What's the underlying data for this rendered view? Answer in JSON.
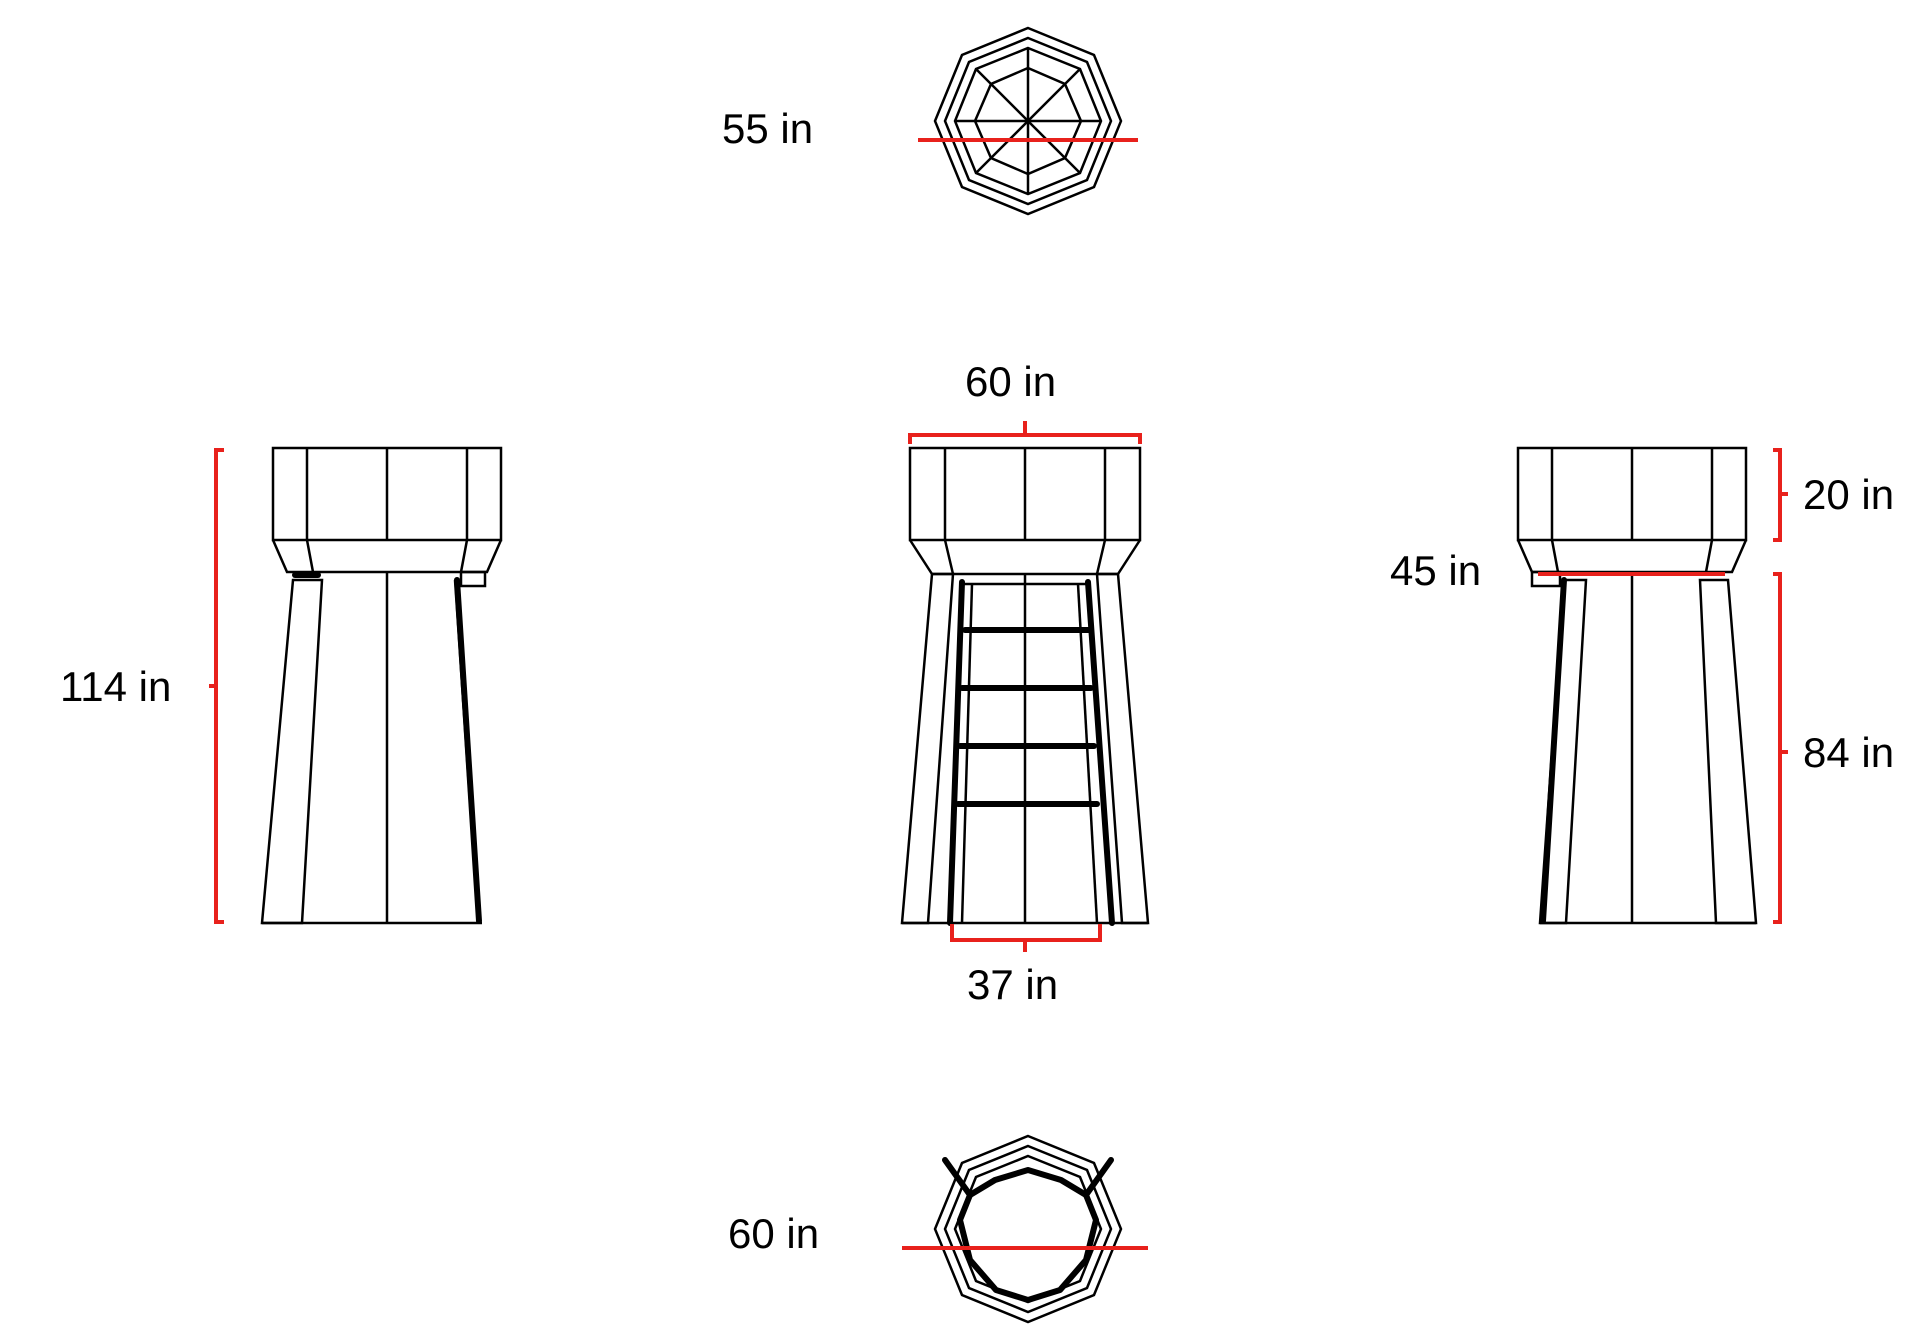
{
  "figure": {
    "views": {
      "top": {
        "dimension": "55 in"
      },
      "bottom": {
        "dimension": "60 in"
      },
      "front": {
        "top_width": "60 in",
        "bottom_width": "37 in"
      },
      "left_side": {
        "total_height": "114 in"
      },
      "right_side": {
        "cap_height": "20 in",
        "waist_width": "45 in",
        "body_height": "84 in"
      }
    },
    "colors": {
      "dimension_lines": "#e8211c",
      "outline": "#000000",
      "background": "#ffffff"
    }
  }
}
